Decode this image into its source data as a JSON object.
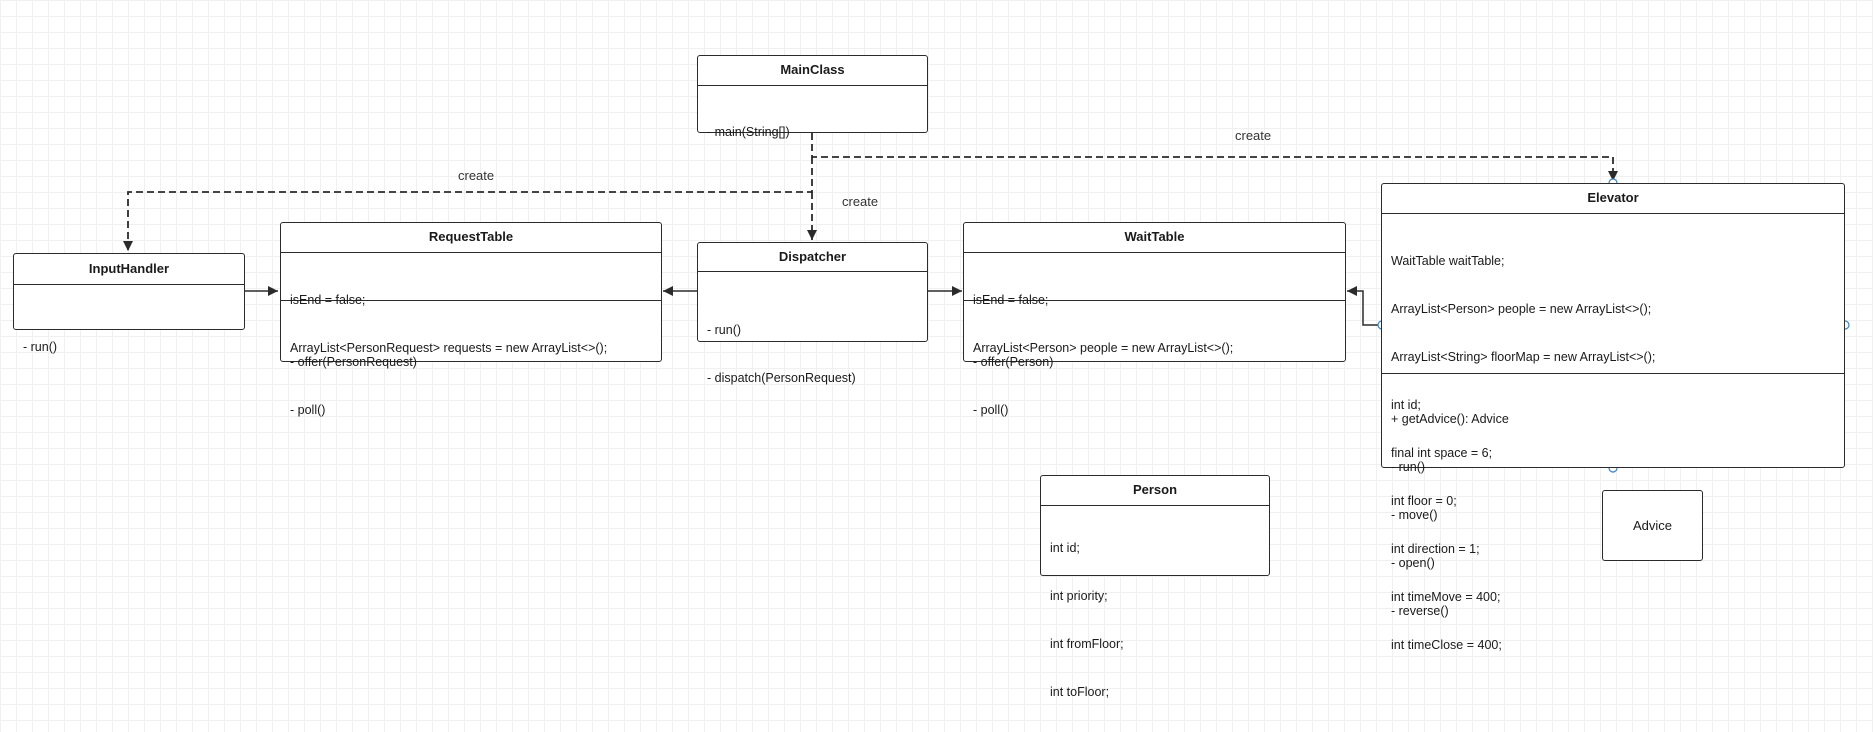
{
  "classes": {
    "mainclass": {
      "name": "MainClass",
      "operations": [
        "- main(String[])"
      ]
    },
    "inputhandler": {
      "name": "InputHandler",
      "operations": [
        "- run()"
      ]
    },
    "requesttable": {
      "name": "RequestTable",
      "attributes": [
        "isEnd = false;",
        "ArrayList<PersonRequest> requests = new ArrayList<>();"
      ],
      "operations": [
        "- offer(PersonRequest)",
        "- poll()"
      ]
    },
    "dispatcher": {
      "name": "Dispatcher",
      "operations": [
        "- run()",
        "- dispatch(PersonRequest)"
      ]
    },
    "waittable": {
      "name": "WaitTable",
      "attributes": [
        "isEnd = false;",
        "ArrayList<Person> people = new ArrayList<>();"
      ],
      "operations": [
        "- offer(Person)",
        "- poll()"
      ]
    },
    "elevator": {
      "name": "Elevator",
      "attributes": [
        "WaitTable waitTable;",
        "ArrayList<Person> people = new ArrayList<>();",
        "ArrayList<String> floorMap = new ArrayList<>();",
        "int id;",
        "final int space = 6;",
        "int floor = 0;",
        "int direction = 1;",
        "int timeMove = 400;",
        "int timeClose = 400;"
      ],
      "operations": [
        "+ getAdvice(): Advice",
        "- run()",
        "- move()",
        "- open()",
        "- reverse()"
      ]
    },
    "person": {
      "name": "Person",
      "attributes": [
        "int id;",
        "int priority;",
        "int fromFloor;",
        "int toFloor;"
      ]
    }
  },
  "advice": {
    "name": "Advice"
  },
  "edge_labels": {
    "create_elevator": "create",
    "create_input": "create",
    "create_dispatcher": "create"
  },
  "colors": {
    "line": "#2b2b2b",
    "grid": "#f0f0f0",
    "handle": "#3b82c4"
  }
}
